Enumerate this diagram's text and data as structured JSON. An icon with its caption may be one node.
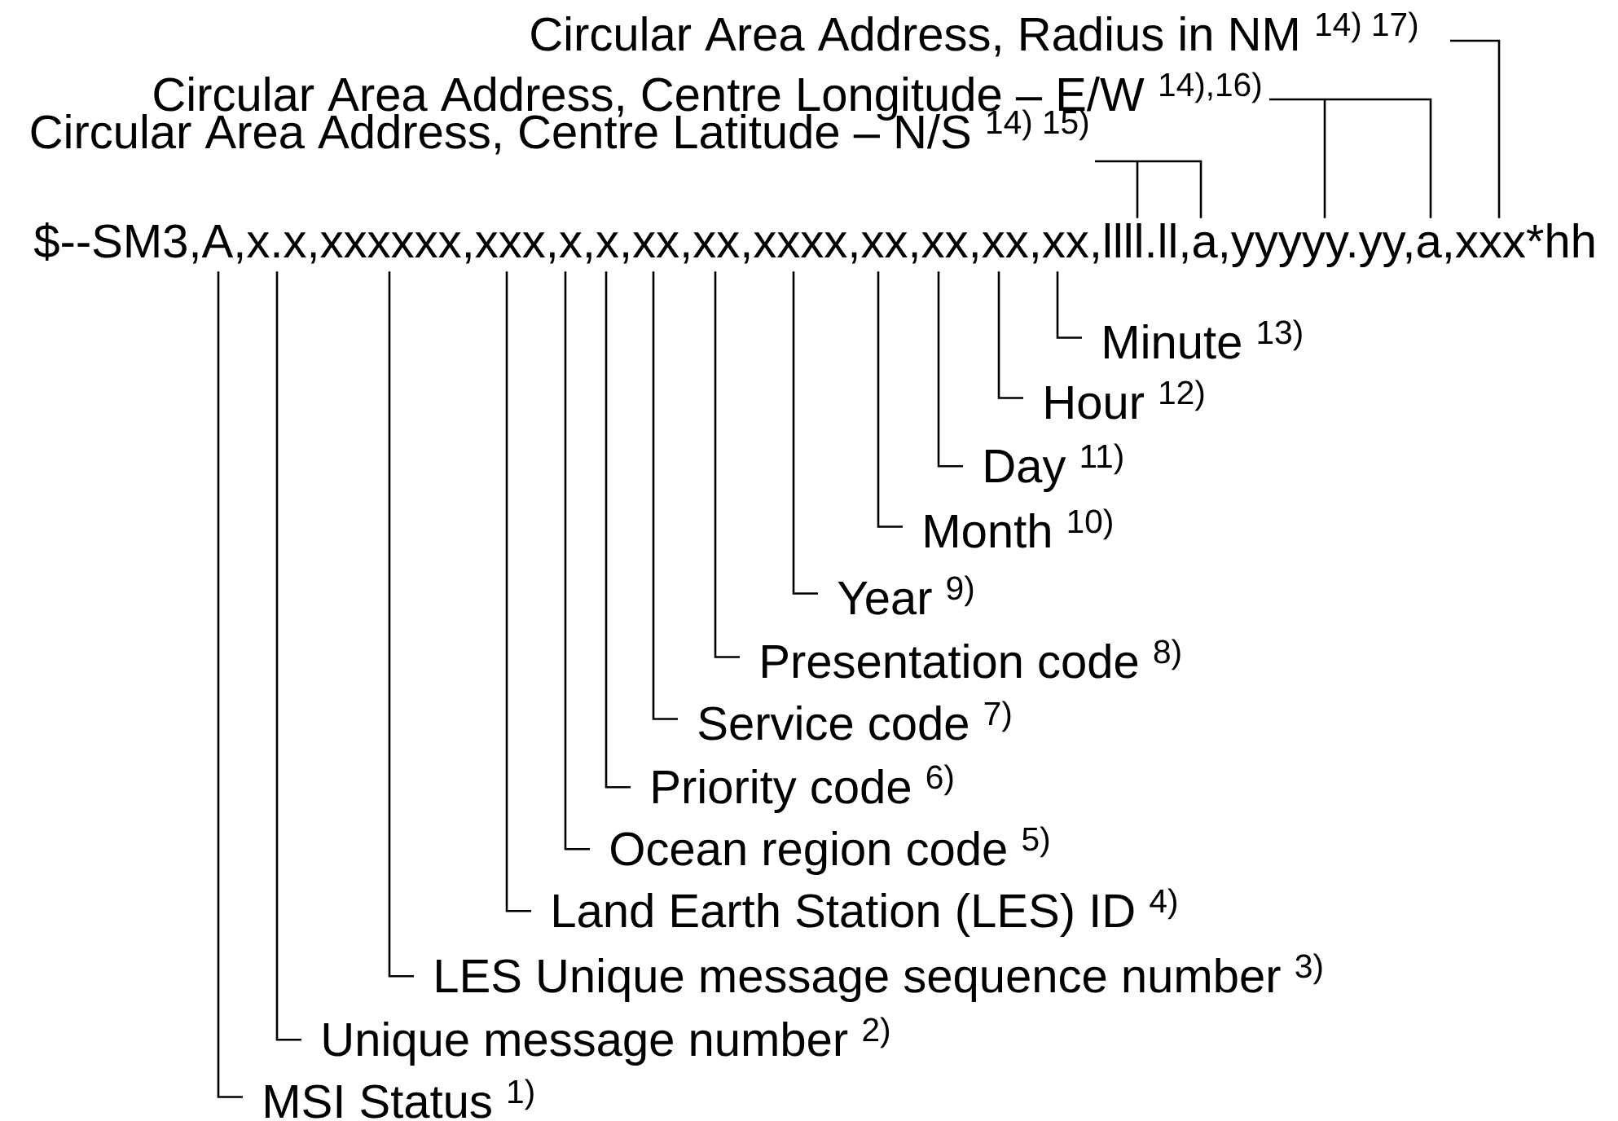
{
  "diagram": {
    "nodes": [
      {
        "text": [
          "$--SM3,A,x.x,xxxxxx,xxx,x,x,xx,xx,xxxx,xx,xx,xx,xx,llll.ll,a,yyyyy.yy,a,xxx*hh"
        ]
      },
      {
        "text": [
          "Circular Area Address, Radius in NM $^{14) 17)}$"
        ]
      },
      {
        "text": [
          "Circular Area Address, Centre Longitude – E/W $^{14),16)}$"
        ]
      },
      {
        "text": [
          "Circular Area Address, Centre Latitude – N/S $^{14) 15)}$"
        ]
      },
      {
        "text": [
          "Minute $^{13)}$"
        ]
      },
      {
        "text": [
          "Hour $^{12)}$"
        ]
      },
      {
        "text": [
          "Day $^{11)}$"
        ]
      },
      {
        "text": [
          "Month $^{10)}$"
        ]
      },
      {
        "text": [
          "Year $^{9)}$"
        ]
      },
      {
        "text": [
          "Presentation code $^{8)}$"
        ]
      },
      {
        "text": [
          "Service code $^{7)}$"
        ]
      },
      {
        "text": [
          "Priority code $^{6)}$"
        ]
      },
      {
        "text": [
          "Ocean region code $^{5)}$"
        ]
      },
      {
        "text": [
          "Land Earth Station (LES) ID $^{4)}$"
        ]
      },
      {
        "text": [
          "LES Unique message sequence number $^{3)}$"
        ]
      },
      {
        "text": [
          "Unique message number $^{2)}$"
        ]
      },
      {
        "text": [
          "MSI Status $^{1)}$"
        ]
      }
    ],
    "edges": [
      {
        "from": 1,
        "to": 0,
        "arrow": "none"
      },
      {
        "from": 2,
        "to": 0,
        "arrow": "none"
      },
      {
        "from": 3,
        "to": 0,
        "arrow": "none"
      },
      {
        "from": 4,
        "to": 0,
        "arrow": "none"
      },
      {
        "from": 5,
        "to": 0,
        "arrow": "none"
      },
      {
        "from": 6,
        "to": 0,
        "arrow": "none"
      },
      {
        "from": 7,
        "to": 0,
        "arrow": "none"
      },
      {
        "from": 8,
        "to": 0,
        "arrow": "none"
      },
      {
        "from": 9,
        "to": 0,
        "arrow": "none"
      },
      {
        "from": 10,
        "to": 0,
        "arrow": "none"
      },
      {
        "from": 11,
        "to": 0,
        "arrow": "none"
      },
      {
        "from": 12,
        "to": 0,
        "arrow": "none"
      },
      {
        "from": 13,
        "to": 0,
        "arrow": "none"
      },
      {
        "from": 14,
        "to": 0,
        "arrow": "none"
      },
      {
        "from": 15,
        "to": 0,
        "arrow": "none"
      },
      {
        "from": 16,
        "to": 0,
        "arrow": "none"
      }
    ]
  }
}
